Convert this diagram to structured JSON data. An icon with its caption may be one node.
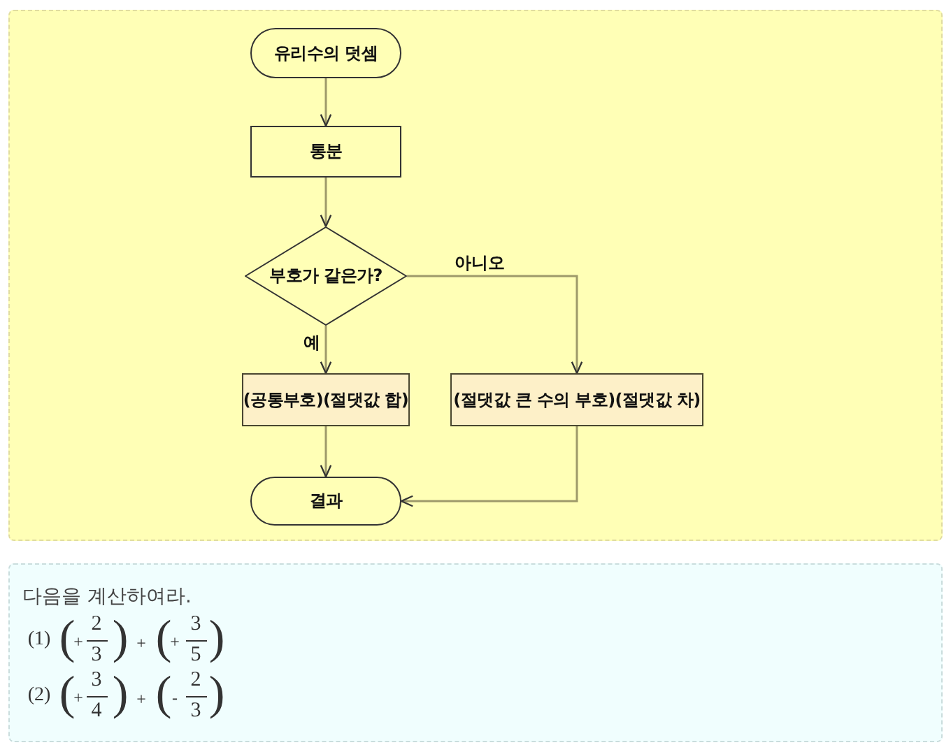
{
  "diagram": {
    "nodes": [
      {
        "text": [
          "유리수의 덧셈"
        ]
      },
      {
        "text": [
          "통분"
        ]
      },
      {
        "text": [
          "부호가 같은가?"
        ]
      },
      {
        "text": [
          "(공통부호)(절댓값 합)"
        ]
      },
      {
        "text": [
          "(절댓값 큰 수의 부호)(절댓값 차)"
        ]
      },
      {
        "text": [
          "결과"
        ]
      }
    ],
    "edges": [
      {
        "from": 0,
        "to": 1,
        "arrow": "to"
      },
      {
        "from": 1,
        "to": 2,
        "arrow": "to"
      },
      {
        "from": 2,
        "to": 3,
        "arrow": "to",
        "label": "예"
      },
      {
        "from": 2,
        "to": 4,
        "arrow": "to",
        "label": "아니오"
      },
      {
        "from": 3,
        "to": 5,
        "arrow": "to"
      },
      {
        "from": 4,
        "to": 5,
        "arrow": "to"
      }
    ],
    "labels": [
      "다음을 계산하여라.",
      "(1)",
      "(",
      "+",
      "2",
      "3",
      ")",
      "+",
      "(",
      "+",
      "3",
      "5",
      ")",
      "(2)",
      "(",
      "+",
      "3",
      "4",
      ")",
      "+",
      "(",
      "-",
      "2",
      "3",
      ")"
    ]
  }
}
